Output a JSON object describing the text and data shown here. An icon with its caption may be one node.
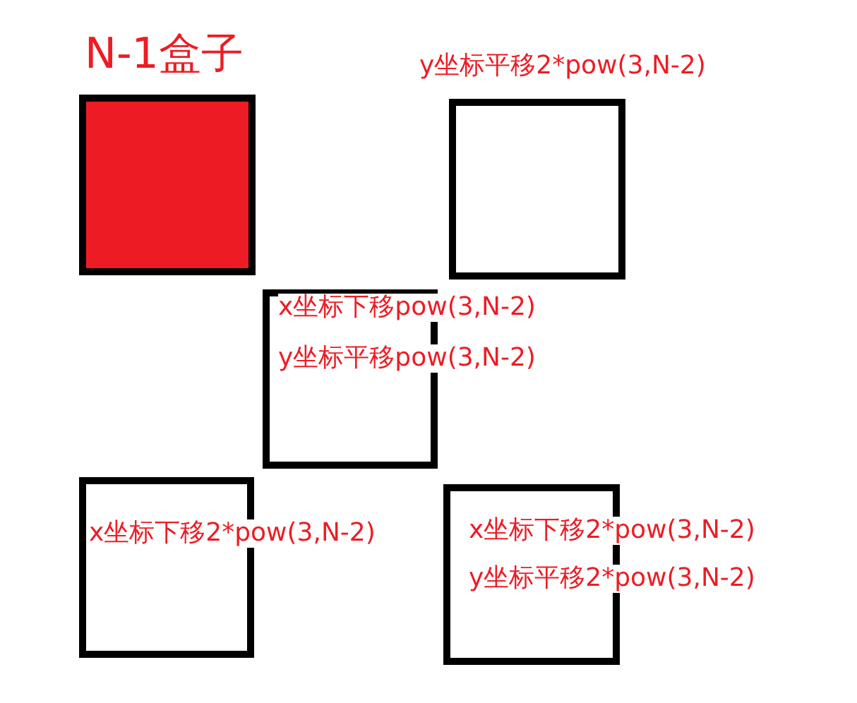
{
  "diagram": {
    "nodes": [
      {
        "text": [
          "N-1盒子"
        ]
      },
      {
        "text": [
          "y坐标平移2*pow(3,N-2)"
        ]
      },
      {
        "text": [
          "x坐标下移pow(3,N-2)",
          "y坐标平移pow(3,N-2)"
        ]
      },
      {
        "text": [
          "x坐标下移2*pow(3,N-2)"
        ]
      },
      {
        "text": [
          "x坐标下移2*pow(3,N-2)",
          "y坐标平移2*pow(3,N-2)"
        ]
      }
    ]
  }
}
